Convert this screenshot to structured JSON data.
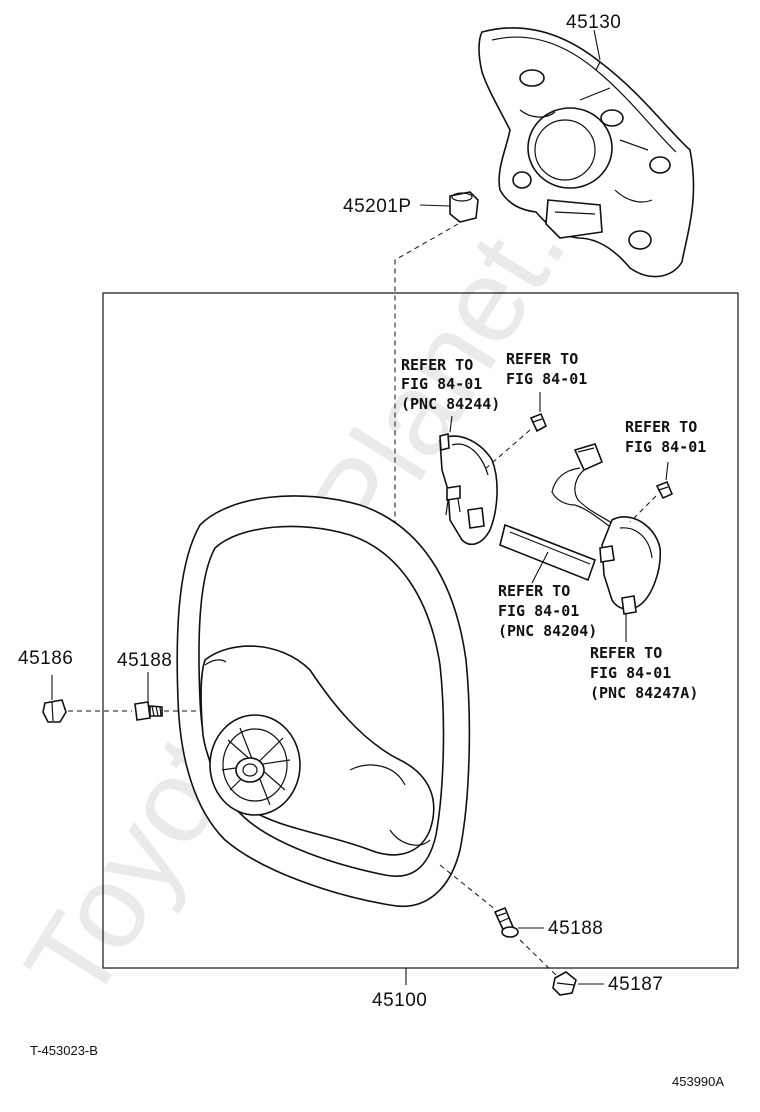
{
  "watermark": "ToyotaCarPlanet.ru",
  "part_numbers": {
    "p45130": "45130",
    "p45201P": "45201P",
    "p45186": "45186",
    "p45188_left": "45188",
    "p45188_right": "45188",
    "p45187": "45187",
    "p45100": "45100"
  },
  "references": {
    "ref_84244": [
      "REFER TO",
      "FIG 84-01",
      "(PNC 84244)"
    ],
    "ref_screw_1": [
      "REFER TO",
      "FIG 84-01"
    ],
    "ref_screw_2": [
      "REFER TO",
      "FIG 84-01"
    ],
    "ref_84204": [
      "REFER TO",
      "FIG 84-01",
      "(PNC 84204)"
    ],
    "ref_84247A": [
      "REFER TO",
      "FIG 84-01",
      "(PNC 84247A)"
    ]
  },
  "footer": {
    "diagram_code": "T-453023-B",
    "figure_code": "453990A"
  }
}
